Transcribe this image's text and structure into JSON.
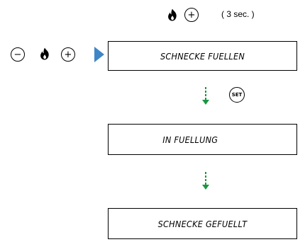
{
  "top_hint": {
    "duration": "( 3 sec. )",
    "plus_symbol": "+"
  },
  "entry": {
    "minus_symbol": "−",
    "plus_symbol": "+"
  },
  "screens": [
    {
      "label": "SCHNECKE FUELLEN"
    },
    {
      "label": "IN FUELLUNG"
    },
    {
      "label": "SCHNECKE GEFUELLT"
    }
  ],
  "step_button": {
    "label": "SET"
  },
  "icons": [
    "flame-icon",
    "minus-button",
    "plus-button",
    "set-button",
    "arrow-down-icon",
    "pointer-icon"
  ],
  "colors": {
    "flame": "#000000",
    "arrow": "#1a9641",
    "pointer": "#3f86c7"
  }
}
